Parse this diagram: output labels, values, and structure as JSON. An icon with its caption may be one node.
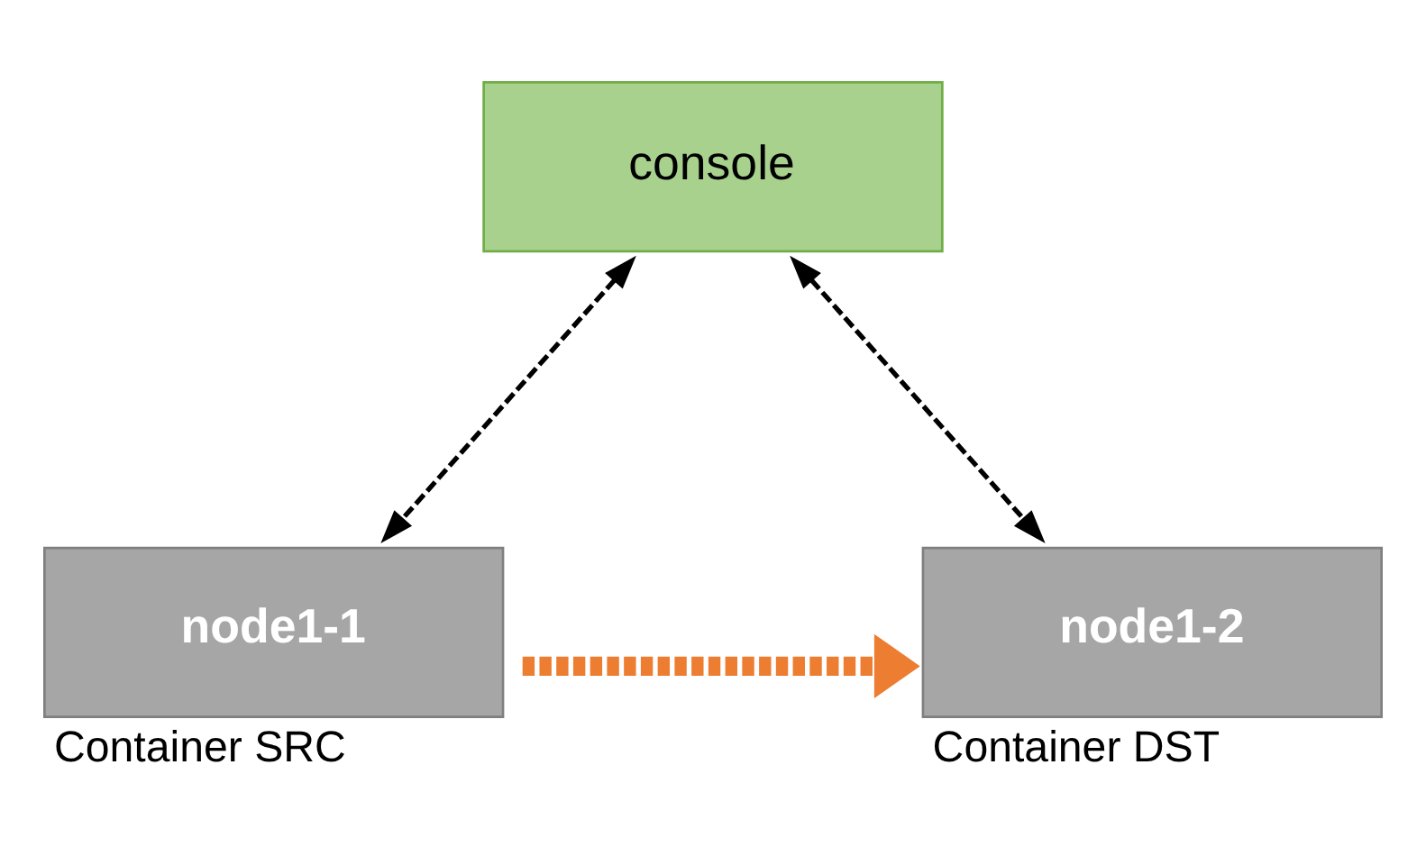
{
  "diagram": {
    "nodes": [
      {
        "text": [
          "console"
        ]
      },
      {
        "text": [
          "node1-1"
        ],
        "beside": [
          "Container SRC"
        ]
      },
      {
        "text": [
          "node1-2"
        ],
        "beside": [
          "Container DST"
        ]
      }
    ],
    "edges": [
      {
        "from": 0,
        "to": 1,
        "arrow": "both",
        "style": "dashed"
      },
      {
        "from": 0,
        "to": 2,
        "arrow": "both",
        "style": "dashed"
      },
      {
        "from": 1,
        "to": 2,
        "arrow": "to",
        "style": "dashed",
        "color": "#ed7d31"
      }
    ]
  }
}
